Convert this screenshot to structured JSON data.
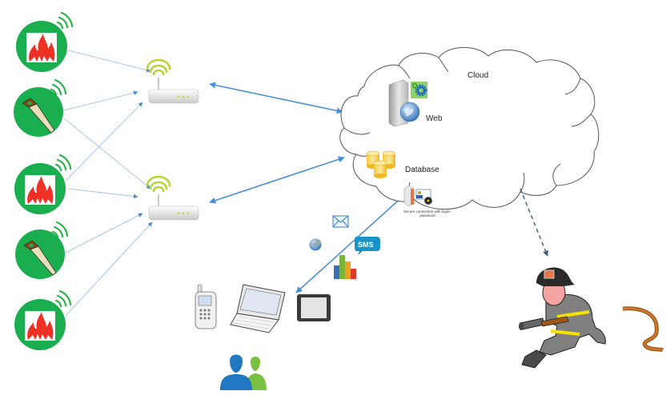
{
  "diagram": {
    "title": "IoT fire & chainsaw detection network with cloud alerting",
    "sensors": [
      {
        "type": "fire",
        "icon": "fire-icon"
      },
      {
        "type": "chainsaw",
        "icon": "saw-icon"
      },
      {
        "type": "fire",
        "icon": "fire-icon"
      },
      {
        "type": "chainsaw",
        "icon": "saw-icon"
      },
      {
        "type": "fire",
        "icon": "fire-icon"
      }
    ],
    "gateways": [
      {
        "name": "wifi-router-1",
        "icon": "router-icon"
      },
      {
        "name": "wifi-router-2",
        "icon": "router-icon"
      }
    ],
    "cloud": {
      "label": "Cloud",
      "web_label": "Web",
      "database_label": "Database",
      "secure_label": "Secure connection with login+ password"
    },
    "notifications": {
      "items": [
        "email-icon",
        "web-link-icon",
        "sms-icon",
        "bar-chart-icon"
      ],
      "sms_text": "SMS"
    },
    "clients": {
      "devices": [
        "mobile-phone-icon",
        "laptop-icon",
        "tablet-icon"
      ],
      "users_icon": "users-icon"
    },
    "responder": {
      "icon": "firefighter-icon"
    },
    "colors": {
      "sensor_green": "#1aae4f",
      "wave_green": "#2cb34a",
      "fire_red": "#ee3124",
      "arrow_blue": "#4a8fd4",
      "thin_arrow_blue": "#8fb8e3",
      "dashed_arrow": "#3d5a80",
      "cloud_stroke": "#555555",
      "user_blue": "#1f78c1",
      "user_green": "#7ac142"
    }
  }
}
